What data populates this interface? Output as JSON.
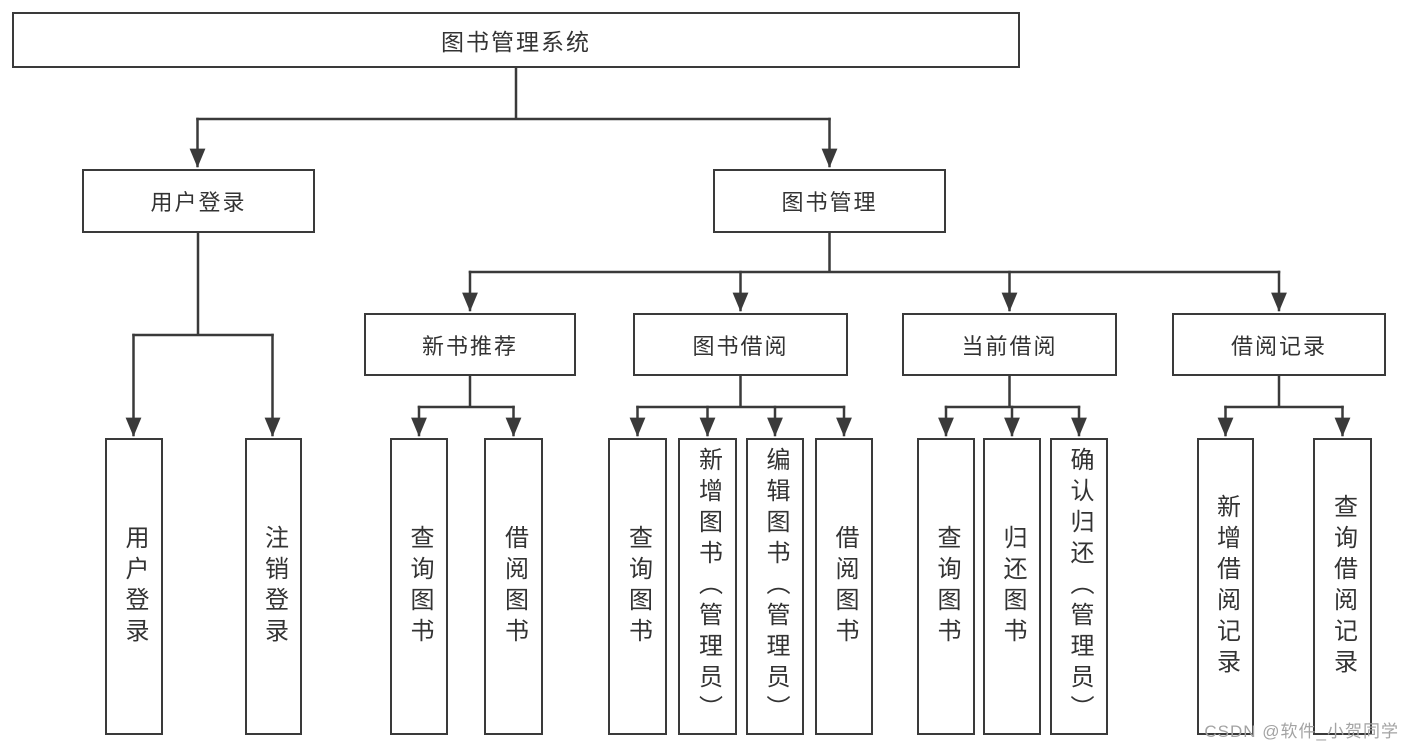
{
  "colors": {
    "line": "#3a3a3a",
    "box_border": "#3a3a3a",
    "text": "#333333",
    "box_background": "#ffffff",
    "page_background": "#ffffff",
    "watermark": "#a3a3a3"
  },
  "watermark": {
    "text": "CSDN @软件_小贺同学"
  },
  "tree": {
    "label": "图书管理系统",
    "children": [
      {
        "label": "用户登录",
        "children": [
          {
            "label": "用户登录"
          },
          {
            "label": "注销登录"
          }
        ]
      },
      {
        "label": "图书管理",
        "children": [
          {
            "label": "新书推荐",
            "children": [
              {
                "label": "查询图书"
              },
              {
                "label": "借阅图书"
              }
            ]
          },
          {
            "label": "图书借阅",
            "children": [
              {
                "label": "查询图书"
              },
              {
                "label": "新增图书（管理员）"
              },
              {
                "label": "编辑图书（管理员）"
              },
              {
                "label": "借阅图书"
              }
            ]
          },
          {
            "label": "当前借阅",
            "children": [
              {
                "label": "查询图书"
              },
              {
                "label": "归还图书"
              },
              {
                "label": "确认归还（管理员）"
              }
            ]
          },
          {
            "label": "借阅记录",
            "children": [
              {
                "label": "新增借阅记录"
              },
              {
                "label": "查询借阅记录"
              }
            ]
          }
        ]
      }
    ]
  }
}
